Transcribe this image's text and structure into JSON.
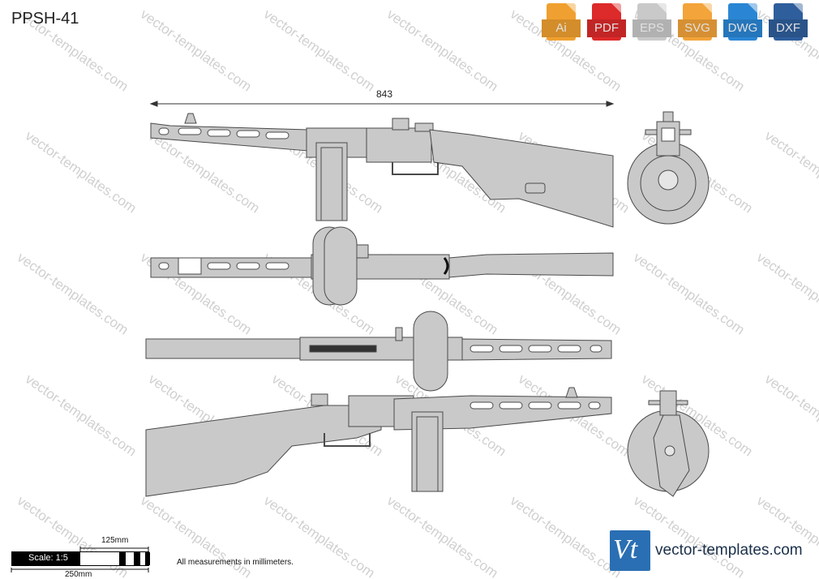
{
  "title": "PPSH-41",
  "dimension_label": "843",
  "formats": [
    {
      "label": "Ai",
      "color": "#f0a030",
      "icon": "ai-file-icon"
    },
    {
      "label": "PDF",
      "color": "#dd2a2a",
      "icon": "pdf-file-icon"
    },
    {
      "label": "EPS",
      "color": "#c9c9c9",
      "icon": "eps-file-icon"
    },
    {
      "label": "SVG",
      "color": "#f3a43a",
      "icon": "svg-file-icon"
    },
    {
      "label": "DWG",
      "color": "#2a86d4",
      "icon": "dwg-file-icon"
    },
    {
      "label": "DXF",
      "color": "#2f5e9c",
      "icon": "dxf-file-icon"
    }
  ],
  "scale": {
    "label": "Scale: 1:5",
    "mark_125": "125mm",
    "mark_250": "250mm"
  },
  "note": "All measurements in millimeters.",
  "brand": {
    "logo": "Vt",
    "text": "vector-templates.com"
  },
  "watermark": "vector-templates.com",
  "colors": {
    "part_fill": "#c9c9c9",
    "part_stroke": "#4a4a4a",
    "dark": "#333333",
    "watermark": "#d0d0d0"
  }
}
